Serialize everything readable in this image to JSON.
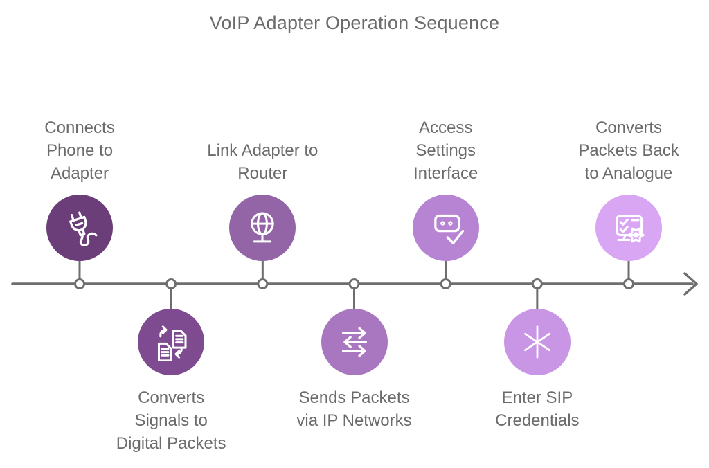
{
  "title": "VoIP Adapter Operation Sequence",
  "colors": {
    "background": "#ffffff",
    "text": "#6b6b6b",
    "line": "#6e6e6e",
    "icon_stroke": "#ffffff",
    "node_fill": "#ffffff"
  },
  "timeline": {
    "direction": "left-to-right",
    "end_marker": "arrowhead-right",
    "step_count": 7
  },
  "steps": [
    {
      "label": "Connects Phone to Adapter",
      "label_lines": [
        "Connects",
        "Phone to",
        "Adapter"
      ],
      "icon": "plug-icon",
      "color": "#6b3d79",
      "side": "above"
    },
    {
      "label": "Converts Signals to Digital Packets",
      "label_lines": [
        "Converts",
        "Signals to",
        "Digital Packets"
      ],
      "icon": "documents-convert-icon",
      "color": "#7e4b90",
      "side": "below"
    },
    {
      "label": "Link Adapter to Router",
      "label_lines": [
        "Link Adapter to",
        "Router"
      ],
      "icon": "globe-stand-icon",
      "color": "#9365a7",
      "side": "above"
    },
    {
      "label": "Sends Packets via IP Networks",
      "label_lines": [
        "Sends Packets",
        "via IP Networks"
      ],
      "icon": "transfer-arrows-icon",
      "color": "#a877c0",
      "side": "below"
    },
    {
      "label": "Access Settings Interface",
      "label_lines": [
        "Access",
        "Settings",
        "Interface"
      ],
      "icon": "settings-panel-check-icon",
      "color": "#b784d4",
      "side": "above"
    },
    {
      "label": "Enter SIP Credentials",
      "label_lines": [
        "Enter SIP",
        "Credentials"
      ],
      "icon": "asterisk-icon",
      "color": "#c995e5",
      "side": "below"
    },
    {
      "label": "Converts Packets Back to Analogue",
      "label_lines": [
        "Converts",
        "Packets Back",
        "to Analogue"
      ],
      "icon": "checklist-gear-icon",
      "color": "#d9a6f4",
      "side": "above"
    }
  ]
}
